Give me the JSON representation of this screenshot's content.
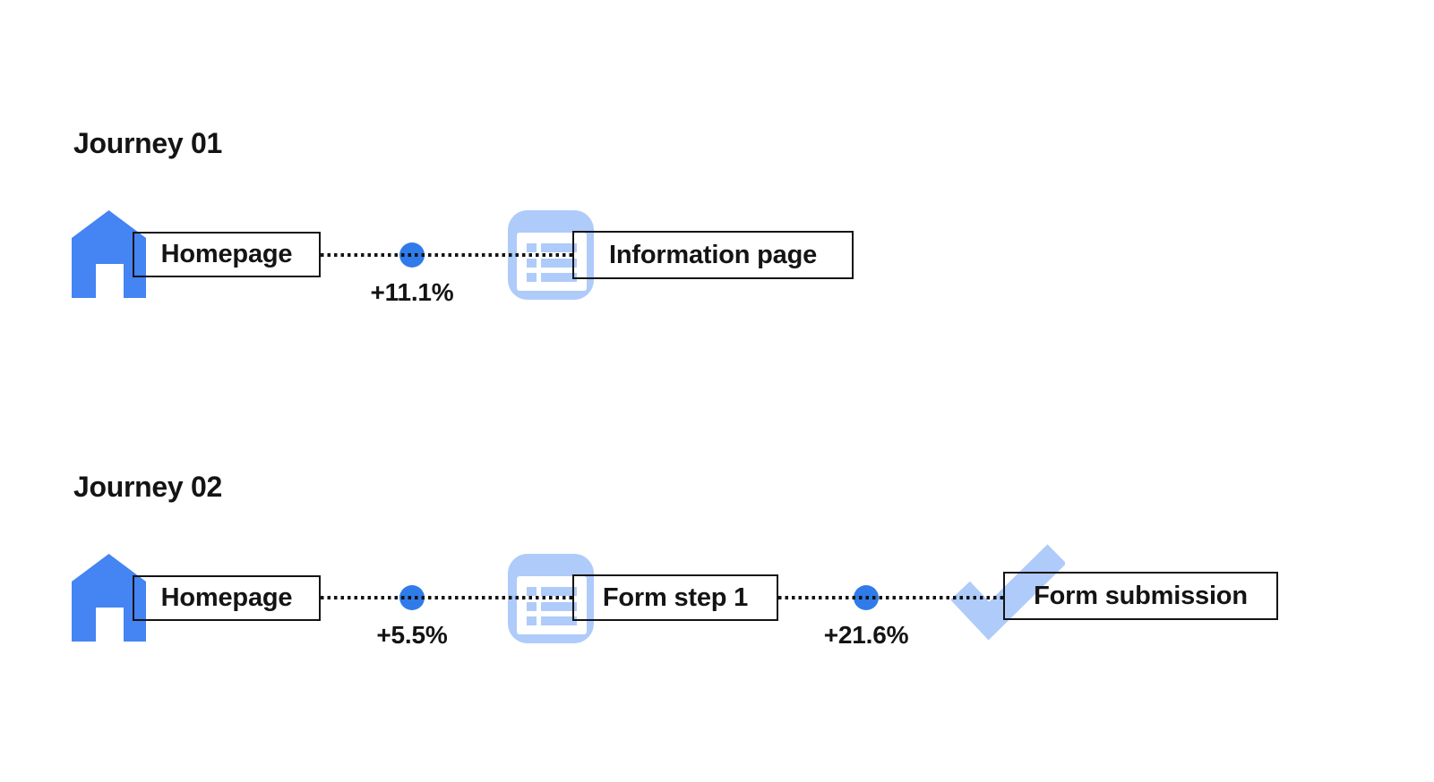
{
  "colors": {
    "primary_blue": "#4484F3",
    "dot_blue": "#2F7BE9",
    "light_blue": "#AECBFA",
    "ink": "#141414",
    "background": "#FFFFFF"
  },
  "journeys": [
    {
      "title": "Journey 01",
      "steps": [
        {
          "icon": "home-icon",
          "label": "Homepage"
        },
        {
          "icon": "information-page-icon",
          "label": "Information page"
        }
      ],
      "transitions": [
        {
          "value": "+11.1%"
        }
      ]
    },
    {
      "title": "Journey 02",
      "steps": [
        {
          "icon": "home-icon",
          "label": "Homepage"
        },
        {
          "icon": "form-page-icon",
          "label": "Form step 1"
        },
        {
          "icon": "checkmark-icon",
          "label": "Form submission"
        }
      ],
      "transitions": [
        {
          "value": "+5.5%"
        },
        {
          "value": "+21.6%"
        }
      ]
    }
  ]
}
